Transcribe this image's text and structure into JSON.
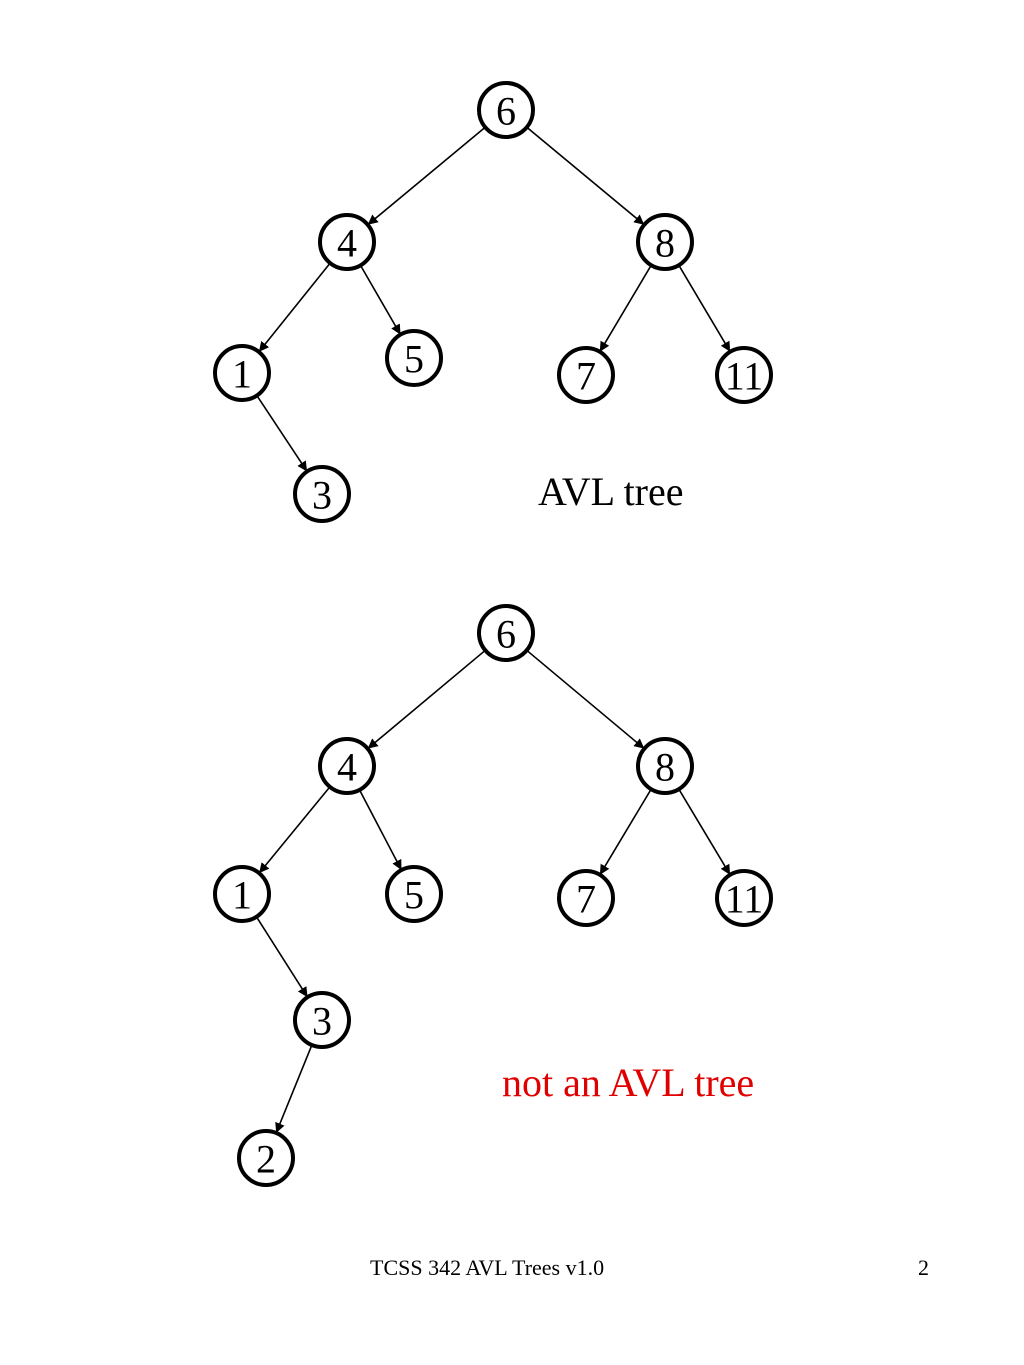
{
  "colors": {
    "ink": "#000000",
    "warning": "#e00000"
  },
  "trees": [
    {
      "caption": "AVL tree",
      "caption_color": "#000000",
      "nodes": [
        {
          "id": "n6",
          "label": "6"
        },
        {
          "id": "n4",
          "label": "4"
        },
        {
          "id": "n8",
          "label": "8"
        },
        {
          "id": "n1",
          "label": "1"
        },
        {
          "id": "n5",
          "label": "5"
        },
        {
          "id": "n7",
          "label": "7"
        },
        {
          "id": "n11",
          "label": "11"
        },
        {
          "id": "n3",
          "label": "3"
        }
      ],
      "edges": [
        [
          "n6",
          "n4"
        ],
        [
          "n6",
          "n8"
        ],
        [
          "n4",
          "n1"
        ],
        [
          "n4",
          "n5"
        ],
        [
          "n8",
          "n7"
        ],
        [
          "n8",
          "n11"
        ],
        [
          "n1",
          "n3"
        ]
      ]
    },
    {
      "caption": "not an AVL tree",
      "caption_color": "#e00000",
      "nodes": [
        {
          "id": "n6",
          "label": "6"
        },
        {
          "id": "n4",
          "label": "4"
        },
        {
          "id": "n8",
          "label": "8"
        },
        {
          "id": "n1",
          "label": "1"
        },
        {
          "id": "n5",
          "label": "5"
        },
        {
          "id": "n7",
          "label": "7"
        },
        {
          "id": "n11",
          "label": "11"
        },
        {
          "id": "n3",
          "label": "3"
        },
        {
          "id": "n2",
          "label": "2"
        }
      ],
      "edges": [
        [
          "n6",
          "n4"
        ],
        [
          "n6",
          "n8"
        ],
        [
          "n4",
          "n1"
        ],
        [
          "n4",
          "n5"
        ],
        [
          "n8",
          "n7"
        ],
        [
          "n8",
          "n11"
        ],
        [
          "n1",
          "n3"
        ],
        [
          "n3",
          "n2"
        ]
      ]
    }
  ],
  "footer": {
    "title": "TCSS 342 AVL Trees v1.0",
    "page_number": "2"
  }
}
